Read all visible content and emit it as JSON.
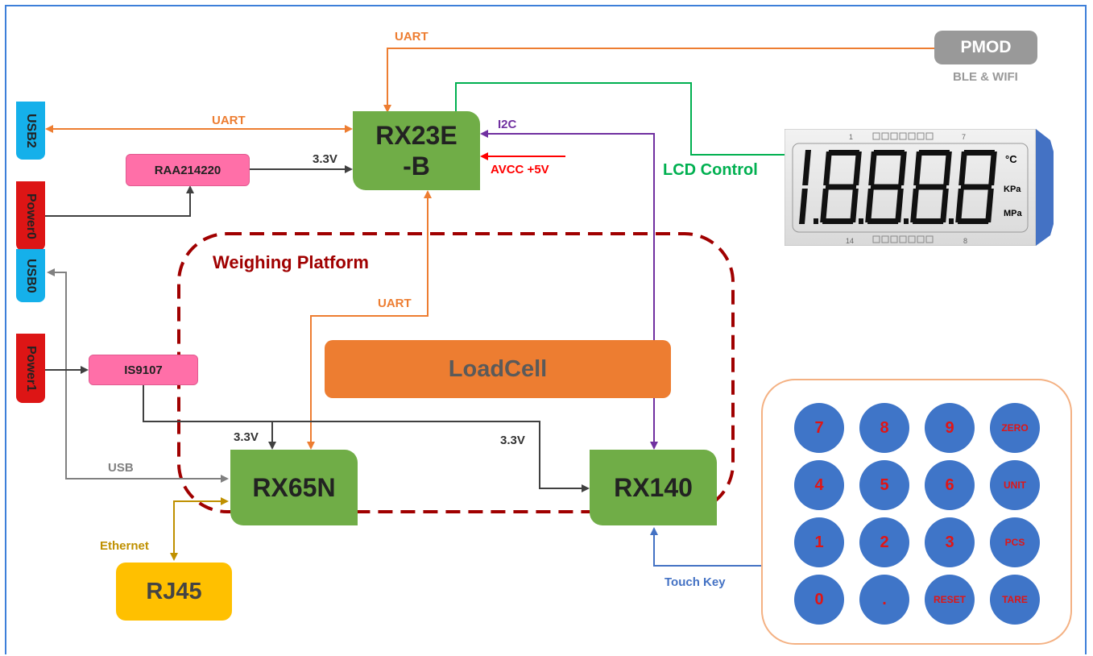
{
  "blocks": {
    "rx23e": "RX23E\n-B",
    "rx65n": "RX65N",
    "rx140": "RX140",
    "raa": "RAA214220",
    "is9107": "IS9107",
    "loadcell": "LoadCell",
    "rj45": "RJ45",
    "pmod": "PMOD",
    "pmod_sub": "BLE & WIFI"
  },
  "tabs": {
    "usb2": "USB2",
    "power0": "Power0",
    "usb0": "USB0",
    "power1": "Power1"
  },
  "labels": {
    "uart_top": "UART",
    "uart_left": "UART",
    "uart_mid": "UART",
    "i2c": "I2C",
    "avcc": "AVCC +5V",
    "v33_a": "3.3V",
    "v33_b": "3.3V",
    "v33_c": "3.3V",
    "usb": "USB",
    "ethernet": "Ethernet",
    "lcd_control": "LCD Control",
    "weighing_platform": "Weighing Platform",
    "touch_key": "Touch Key"
  },
  "lcd": {
    "digits": "18888",
    "unit_c": "°C",
    "unit_kpa": "KPa",
    "unit_mpa": "MPa",
    "pin_1": "1",
    "pin_7": "7",
    "pin_14": "14",
    "pin_8": "8",
    "accent": "#4472c4"
  },
  "keypad": {
    "keys": [
      "7",
      "8",
      "9",
      "ZERO",
      "4",
      "5",
      "6",
      "UNIT",
      "1",
      "2",
      "3",
      "PCS",
      "0",
      ".",
      "RESET",
      "TARE"
    ]
  },
  "colors": {
    "uart": "#ed7d31",
    "i2c": "#7030a0",
    "power": "#404040",
    "lcd": "#00b050",
    "avcc": "#ff0000",
    "usb": "#808080",
    "ethernet": "#bf9000",
    "touch": "#4472c4",
    "platform": "#a00000"
  }
}
